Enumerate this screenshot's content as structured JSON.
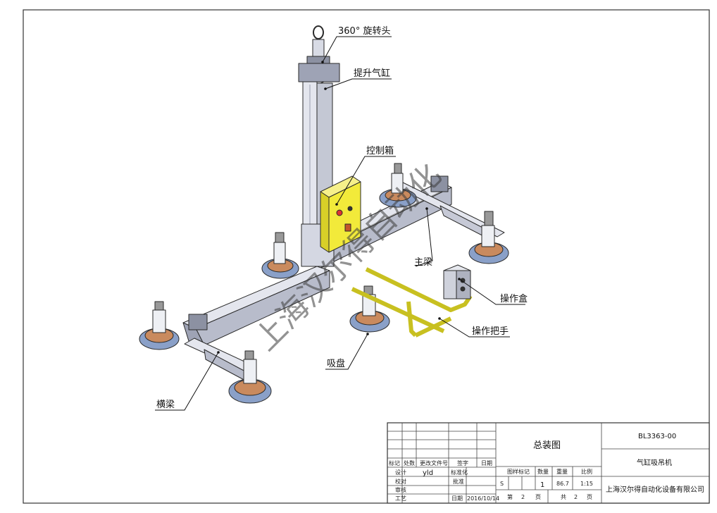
{
  "callouts": {
    "rotary_head": "360° 旋转头",
    "lift_cylinder": "提升气缸",
    "control_box": "控制箱",
    "main_beam": "主梁",
    "operation_box": "操作盒",
    "operation_handle": "操作把手",
    "suction_cup": "吸盘",
    "cross_beam": "横梁"
  },
  "watermark": "上海汉尔得自动化",
  "title_block": {
    "drawing_title": "总装图",
    "drawing_number": "BL3363-00",
    "product_name": "气缸吸吊机",
    "company": "上海汉尔得自动化设备有限公司",
    "rev_headers": [
      "标记",
      "处数",
      "更改文件号",
      "签字",
      "日期"
    ],
    "row_design": "设计",
    "designer": "yld",
    "standardization": "标准化",
    "row_check": "校对",
    "approve": "批准",
    "row_review": "审核",
    "row_process": "工艺",
    "date_label": "日期",
    "date_value": "2016/10/14",
    "stage_mark": "图样标记",
    "quantity": "数量",
    "weight": "重量",
    "scale": "比例",
    "stage_value": "S",
    "qty_value": "1",
    "weight_value": "86.7",
    "scale_value": "1:15",
    "sheet_prefix": "第",
    "sheet_no": "2",
    "sheet_suffix": "页",
    "total_prefix": "共",
    "total_sheets": "2",
    "total_suffix": "页"
  },
  "colors": {
    "line": "#2a2a2a",
    "yellow": "#f2ea3a",
    "steel": "#d4d7e2",
    "cup": "#8aa0c8",
    "cup_base": "#c98a5e"
  }
}
